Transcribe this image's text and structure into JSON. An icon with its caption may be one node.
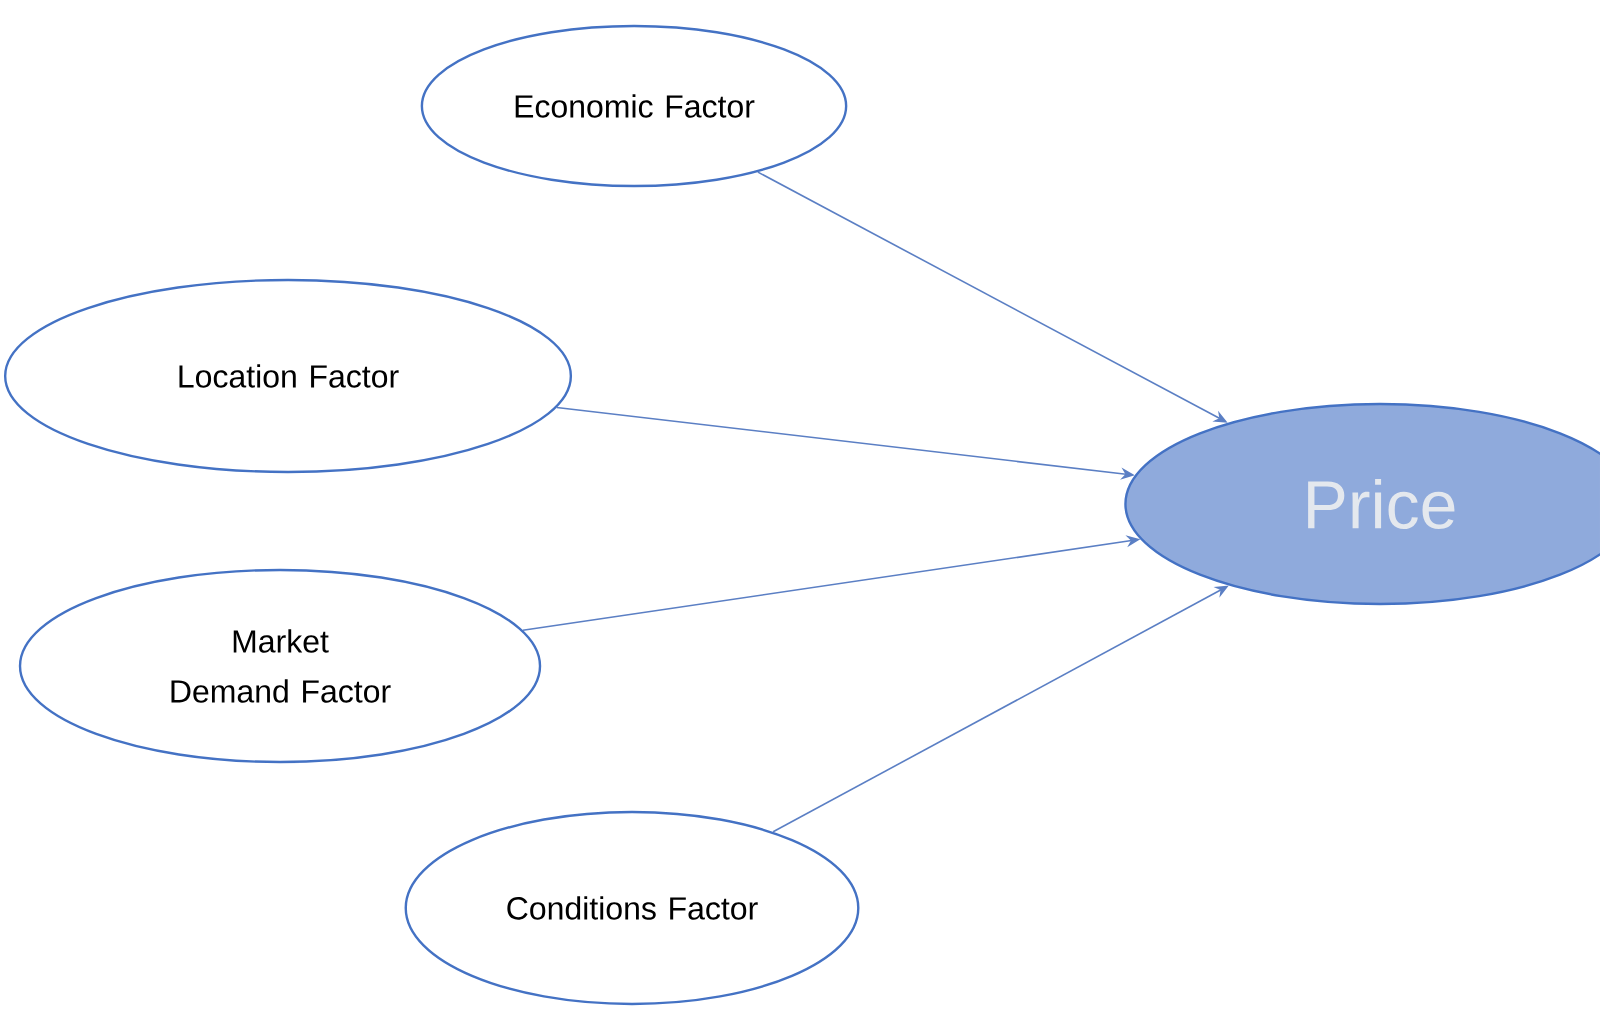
{
  "diagram": {
    "nodes": [
      {
        "text": [
          "Economic Factor"
        ]
      },
      {
        "text": [
          "Location Factor"
        ]
      },
      {
        "text": [
          "Market Demand Factor"
        ]
      },
      {
        "text": [
          "Conditions Factor"
        ]
      },
      {
        "text": [
          "Price"
        ]
      }
    ],
    "edges": [
      {
        "from": 0,
        "to": 4,
        "arrow": "to"
      },
      {
        "from": 1,
        "to": 4,
        "arrow": "to"
      },
      {
        "from": 2,
        "to": 4,
        "arrow": "to"
      },
      {
        "from": 3,
        "to": 4,
        "arrow": "to"
      }
    ]
  }
}
